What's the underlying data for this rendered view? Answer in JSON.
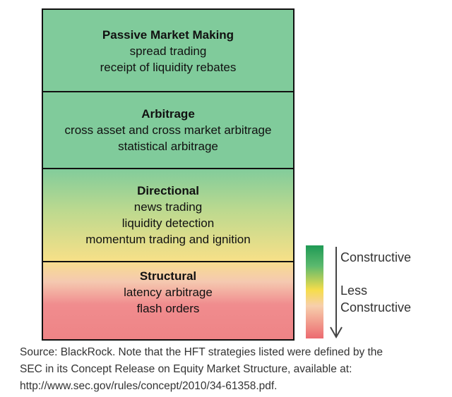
{
  "tiers": [
    {
      "title": "Passive Market Making",
      "items": [
        "spread trading",
        "receipt of liquidity rebates"
      ]
    },
    {
      "title": "Arbitrage",
      "items": [
        "cross asset and cross market arbitrage",
        "statistical arbitrage"
      ]
    },
    {
      "title": "Directional",
      "items": [
        "news trading",
        "liquidity detection",
        "momentum trading and ignition"
      ]
    },
    {
      "title": "Structural",
      "items": [
        "latency arbitrage",
        "flash orders"
      ]
    }
  ],
  "legend": {
    "top": "Constructive",
    "bottom_1": "Less",
    "bottom_2": "Constructive",
    "colors": [
      "#1f9a55",
      "#f6dd4b",
      "#ec6a70"
    ]
  },
  "source": [
    "Source: BlackRock. Note that the HFT strategies listed were defined by the",
    "SEC in its Concept Release on Equity Market Structure, available at:",
    "http://www.sec.gov/rules/concept/2010/34-61358.pdf."
  ]
}
